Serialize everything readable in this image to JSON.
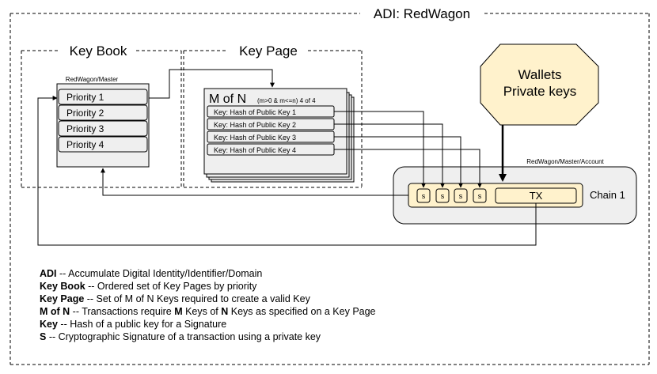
{
  "adi": {
    "title": "ADI: RedWagon"
  },
  "key_book": {
    "title": "Key Book",
    "card_label": "RedWagon/Master",
    "priorities": [
      "Priority 1",
      "Priority 2",
      "Priority 3",
      "Priority 4"
    ]
  },
  "key_page": {
    "title": "Key Page",
    "m_of_n": "M of N",
    "condition": "(m>0 & m<=n) 4 of 4",
    "keys": [
      "Key: Hash of Public Key 1",
      "Key: Hash of Public Key 2",
      "Key: Hash of Public Key 3",
      "Key: Hash of Public Key 4"
    ]
  },
  "wallets": {
    "line1": "Wallets",
    "line2": "Private keys"
  },
  "account": {
    "label": "RedWagon/Master/Account",
    "chain": "Chain 1",
    "signatures": [
      "s",
      "s",
      "s",
      "s"
    ],
    "tx": "TX"
  },
  "definitions": [
    {
      "term": "ADI",
      "desc": " -- Accumulate Digital Identity/Identifier/Domain"
    },
    {
      "term": "Key Book",
      "desc": " -- Ordered set of Key Pages by priority"
    },
    {
      "term": "Key Page",
      "desc": " -- Set of M of N Keys required to create a valid Key"
    },
    {
      "term": "M of N",
      "desc": " -- Transactions require ",
      "bold2": "M",
      "desc2": " Keys of ",
      "bold3": "N",
      "desc3": " Keys as specified on a Key Page"
    },
    {
      "term": "Key",
      "desc": " -- Hash of a public key for a Signature"
    },
    {
      "term": "S",
      "desc": " -- Cryptographic Signature of a transaction using a private key"
    }
  ],
  "colors": {
    "card_fill": "#efefef",
    "wallet_fill": "#fff2cc",
    "chain_fill": "#fff2cc",
    "border": "#000000"
  }
}
